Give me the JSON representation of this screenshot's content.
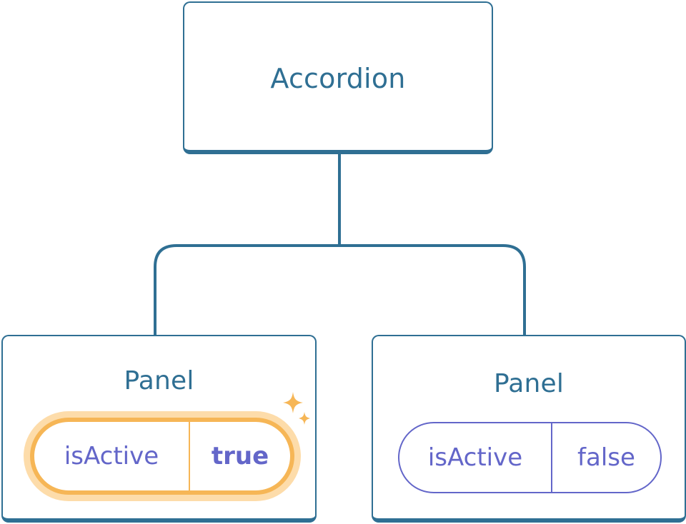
{
  "root": {
    "label": "Accordion"
  },
  "panels": [
    {
      "label": "Panel",
      "state": {
        "key": "isActive",
        "value": "true",
        "highlighted": true
      }
    },
    {
      "label": "Panel",
      "state": {
        "key": "isActive",
        "value": "false",
        "highlighted": false
      }
    }
  ],
  "icons": {
    "highlight": "sparkle-icon"
  },
  "colors": {
    "node_border": "#2f6f93",
    "node_text": "#2f6f93",
    "state_text": "#6366c9",
    "highlight_ring": "#f6b656",
    "highlight_glow": "#fddcaa"
  }
}
